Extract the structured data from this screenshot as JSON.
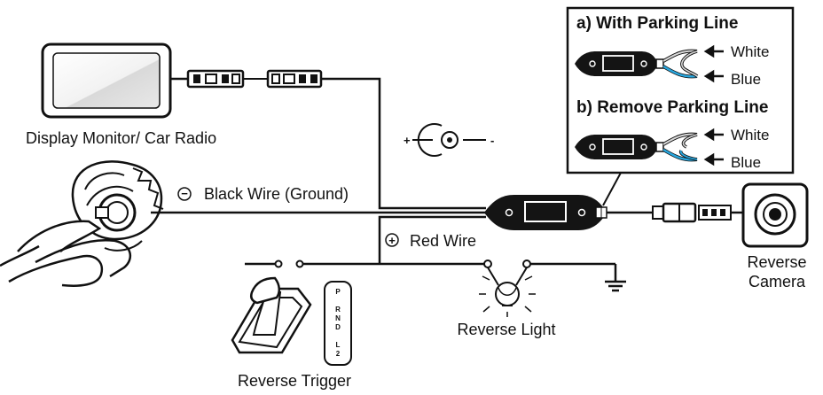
{
  "labels": {
    "display_monitor": "Display Monitor/ Car Radio",
    "black_wire": "Black Wire (Ground)",
    "red_wire": "Red Wire",
    "reverse_light": "Reverse Light",
    "reverse_trigger": "Reverse Trigger",
    "reverse_camera_line1": "Reverse",
    "reverse_camera_line2": "Camera"
  },
  "polarity_symbols": {
    "plus": "+",
    "minus": "-",
    "black_wire_sign": "−",
    "red_wire_sign": "+"
  },
  "inset": {
    "option_a_title": "a) With Parking Line",
    "option_b_title": "b) Remove Parking Line",
    "wire_white": "White",
    "wire_blue": "Blue"
  },
  "gear_positions": [
    "P",
    "R",
    "N",
    "D",
    "L",
    "2"
  ],
  "colors": {
    "line": "#111111",
    "blue_wire": "#29a8e0",
    "white_wire": "#d8d8d8",
    "monitor_screen": "#e6e6e6"
  }
}
